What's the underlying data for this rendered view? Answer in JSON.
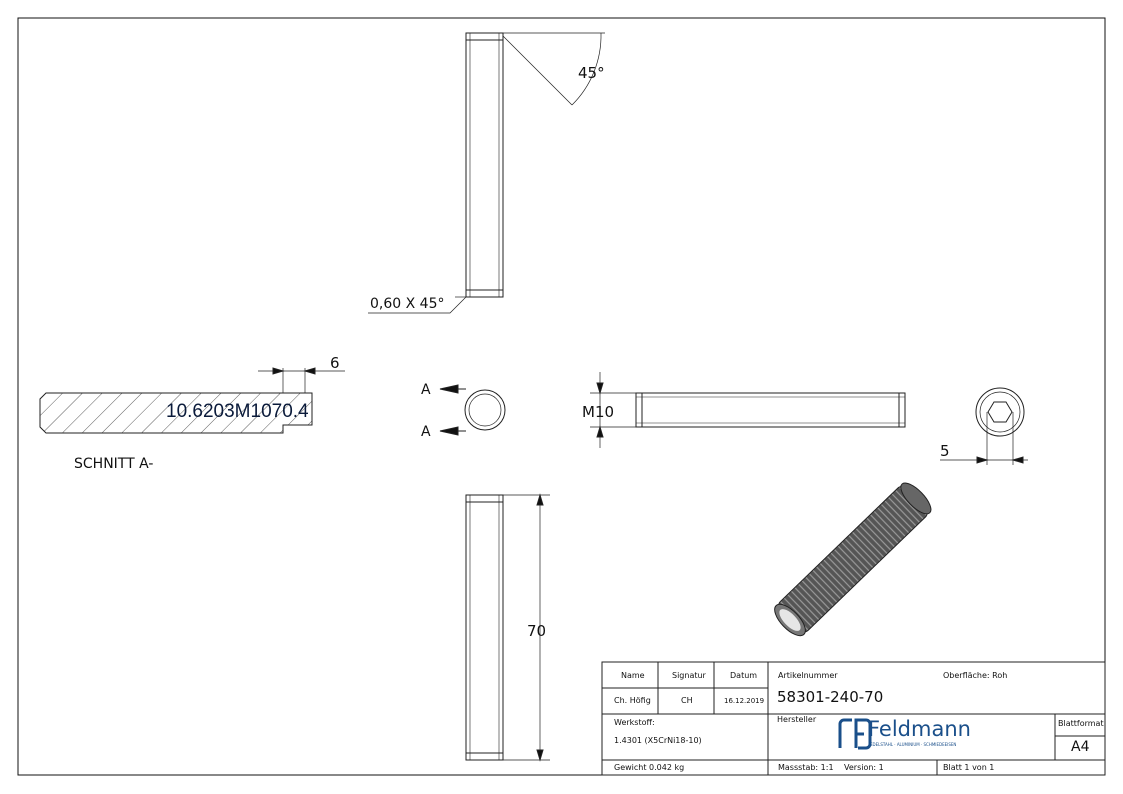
{
  "views": {
    "chamfer_angle": "45°",
    "chamfer_callout": "0,60 X 45°",
    "section_dim": "6",
    "section_overlay_text": "10.6203M1070.4",
    "section_label": "SCHNITT A-",
    "section_arrow_top": "A",
    "section_arrow_bottom": "A",
    "thread_label": "M10",
    "hex_dim": "5",
    "length_dim": "70"
  },
  "title_block": {
    "name_header": "Name",
    "signatur_header": "Signatur",
    "datum_header": "Datum",
    "name": "Ch. Höfig",
    "signatur": "CH",
    "datum": "16.12.2019",
    "artikelnummer_label": "Artikelnummer",
    "artikelnummer": "58301-240-70",
    "oberflaeche": "Oberfläche:  Roh",
    "werkstoff_label": "Werkstoff:",
    "werkstoff": "1.4301 (X5CrNi18-10)",
    "hersteller_label": "Hersteller",
    "logo_text": "Feldmann",
    "logo_tagline": "EDELSTAHL · ALUMINIUM · SCHMIEDEEISEN",
    "blattformat_label": "Blattformat",
    "blattformat": "A4",
    "gewicht": "Gewicht 0.042 kg",
    "massstab": "Massstab: 1:1",
    "version": "Version: 1",
    "blatt": "Blatt 1 von 1"
  },
  "colors": {
    "logo": "#1a4f8a",
    "line": "#111111"
  }
}
